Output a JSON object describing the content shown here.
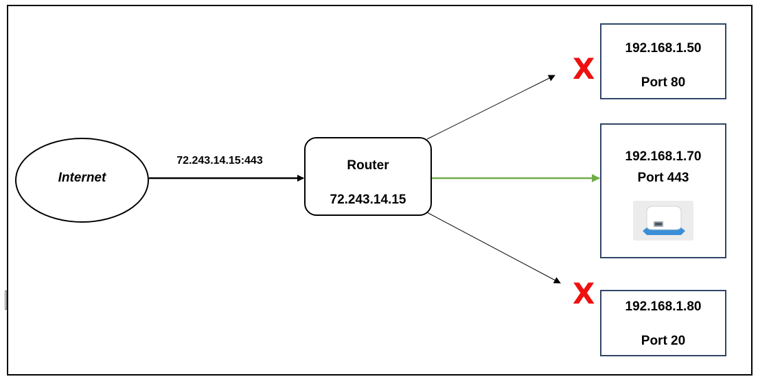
{
  "internet": {
    "label": "Internet"
  },
  "link": {
    "label": "72.243.14.15:443"
  },
  "router": {
    "title": "Router",
    "ip": "72.243.14.15"
  },
  "hosts": [
    {
      "ip": "192.168.1.50",
      "port": "Port 80",
      "status": "blocked"
    },
    {
      "ip": "192.168.1.70",
      "port": "Port 443",
      "status": "allowed"
    },
    {
      "ip": "192.168.1.80",
      "port": "Port 20",
      "status": "blocked"
    }
  ],
  "blocked_mark": "X",
  "colors": {
    "allowed_arrow": "#70ad47",
    "blocked_mark": "#ee1111",
    "box_border": "#2f4566",
    "device_accent": "#3a8fd8"
  },
  "icons": {
    "device": "camera-device-icon"
  }
}
